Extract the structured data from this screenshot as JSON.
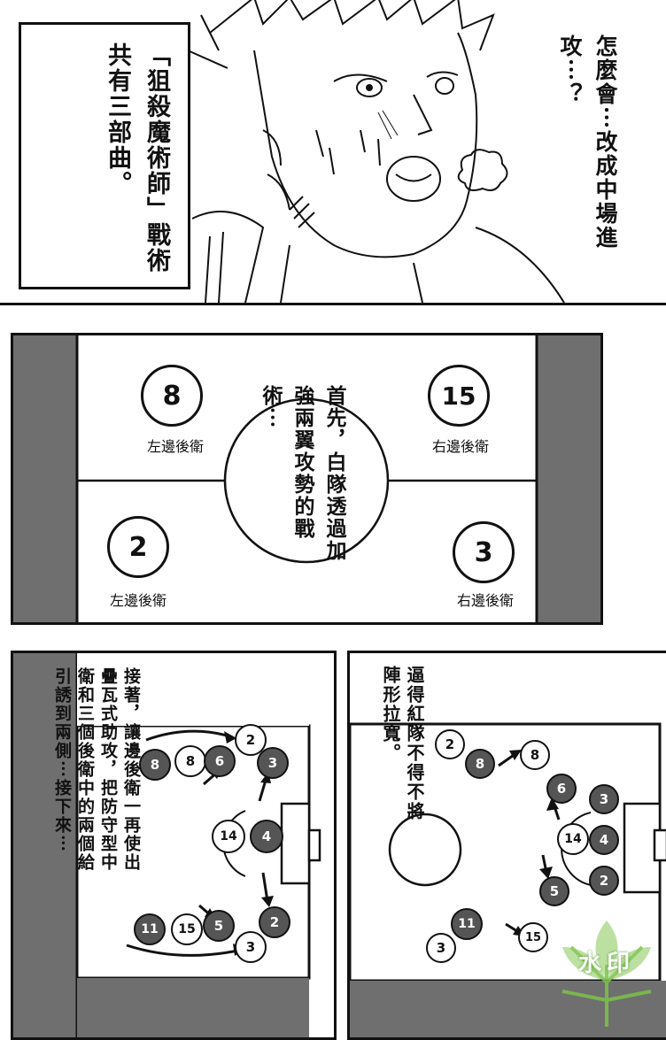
{
  "panel1": {
    "caption": "「狙殺魔術師」戰術共有三部曲。",
    "speech": "怎麼會⋯改成中場進攻⋯？"
  },
  "panel2": {
    "text": "首先，白隊透過加強兩翼攻勢的戰術⋯",
    "players": [
      {
        "number": "8",
        "label": "左邊後衛"
      },
      {
        "number": "15",
        "label": "右邊後衛"
      },
      {
        "number": "2",
        "label": "左邊後衛"
      },
      {
        "number": "3",
        "label": "右邊後衛"
      }
    ]
  },
  "panel3": {
    "text": "接著，讓邊後衛一再使出疊瓦式助攻，把防守型中衛和三個後衛中的兩個給引誘到兩側⋯接下來⋯",
    "white_players": [
      "8",
      "2",
      "14",
      "15",
      "3"
    ],
    "dark_players": [
      "8",
      "6",
      "3",
      "4",
      "2",
      "11",
      "5"
    ]
  },
  "panel4": {
    "text": "逼得紅隊不得不將陣形拉寬。",
    "white_players": [
      "2",
      "8",
      "14",
      "15",
      "3"
    ],
    "dark_players": [
      "8",
      "6",
      "3",
      "4",
      "5",
      "2",
      "11"
    ]
  },
  "watermark": {
    "text": "水印"
  },
  "colors": {
    "ink": "#111111",
    "field_band": "#6f6f6f",
    "dark_player": "#555555",
    "watermark_green": "#7cc24a"
  }
}
